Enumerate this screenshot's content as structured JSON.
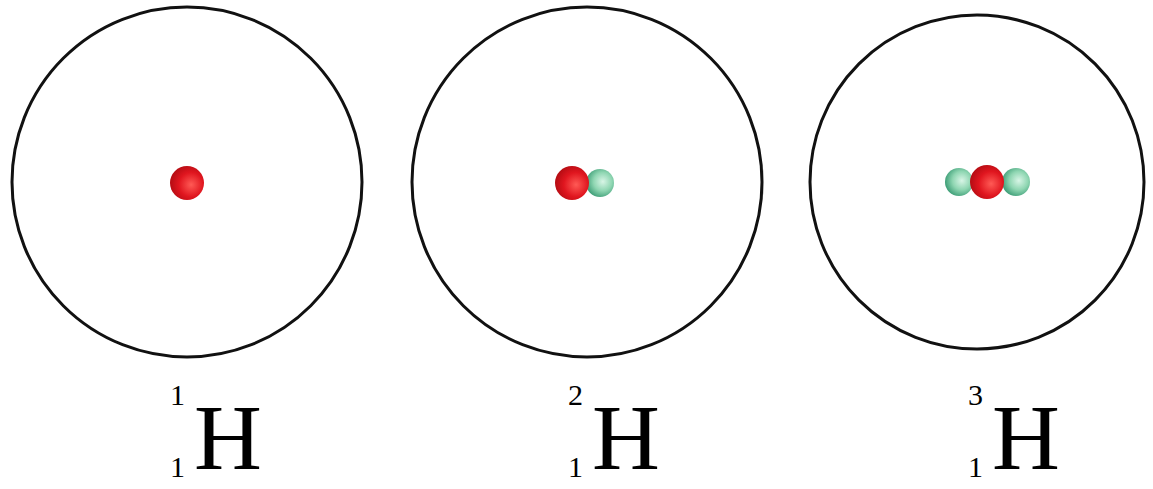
{
  "diagram": {
    "labels": [
      "1",
      "1",
      "H",
      "2",
      "1",
      "H",
      "3",
      "1",
      "H"
    ]
  }
}
